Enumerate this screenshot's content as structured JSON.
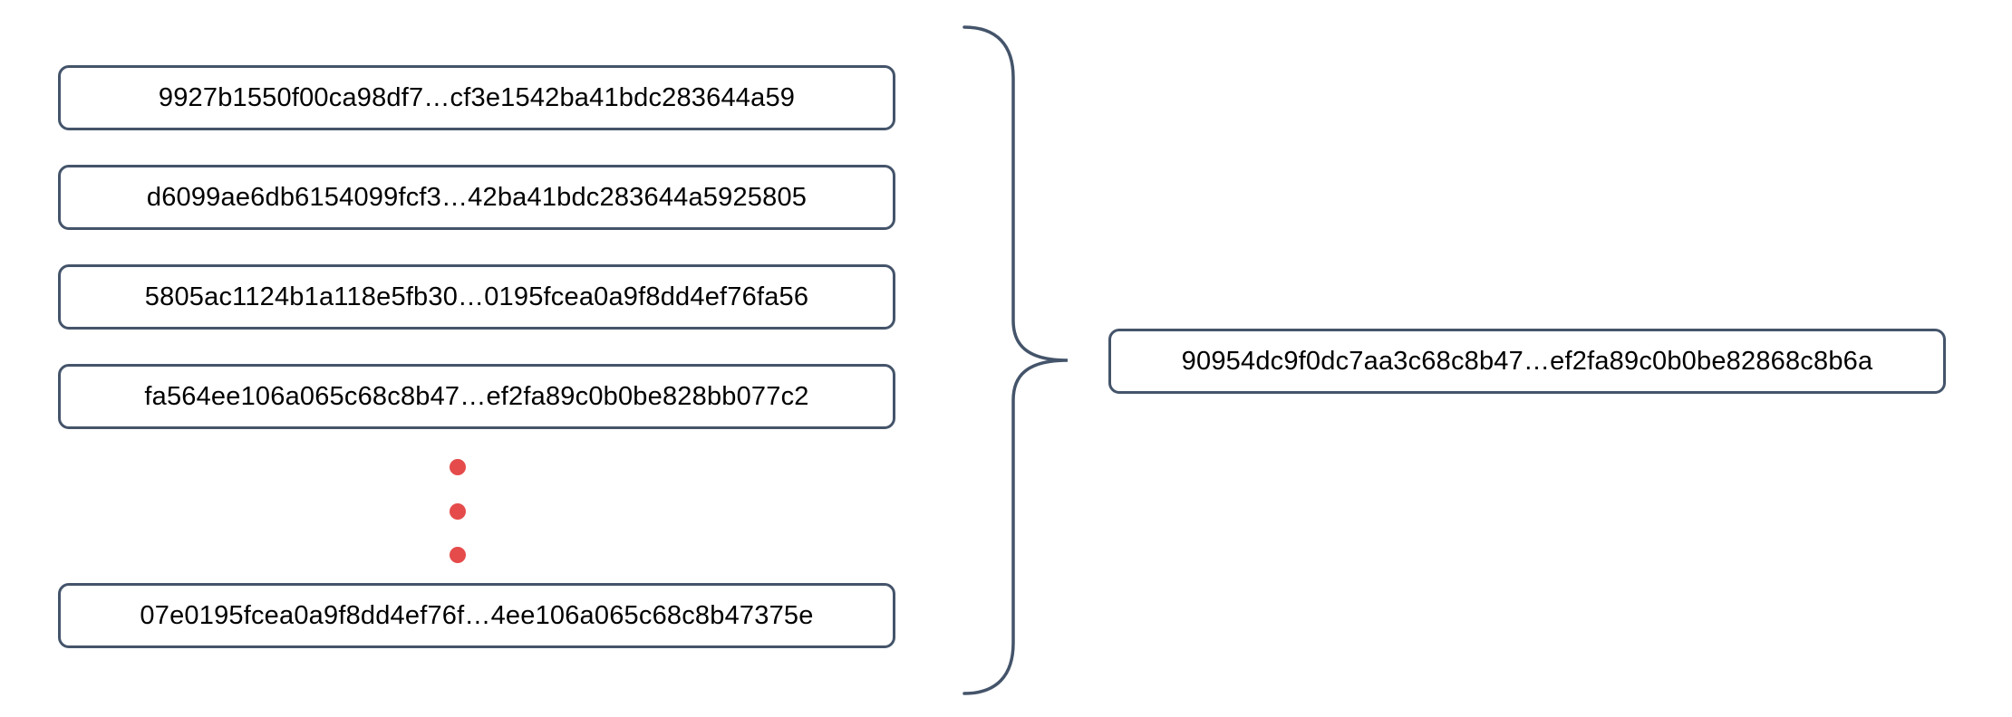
{
  "diagram": {
    "description": "hash-chain-compression-diagram"
  },
  "left_column": {
    "hashes": [
      "9927b1550f00ca98df7…cf3e1542ba41bdc283644a59",
      "d6099ae6db6154099fcf3…42ba41bdc283644a5925805",
      "5805ac1124b1a118e5fb30…0195fcea0a9f8dd4ef76fa56",
      "fa564ee106a065c68c8b47…ef2fa89c0b0be828bb077c2",
      "07e0195fcea0a9f8dd4ef76f…4ee106a065c68c8b47375e"
    ],
    "ellipsis_dots": 3
  },
  "result": {
    "hash": "90954dc9f0dc7aa3c68c8b47…ef2fa89c0b0be82868c8b6a"
  },
  "colors": {
    "background": "#FFFFFF",
    "box_border": "#44546A",
    "brace": "#44546A",
    "dot": "#E54B4B",
    "text": "#000000"
  }
}
